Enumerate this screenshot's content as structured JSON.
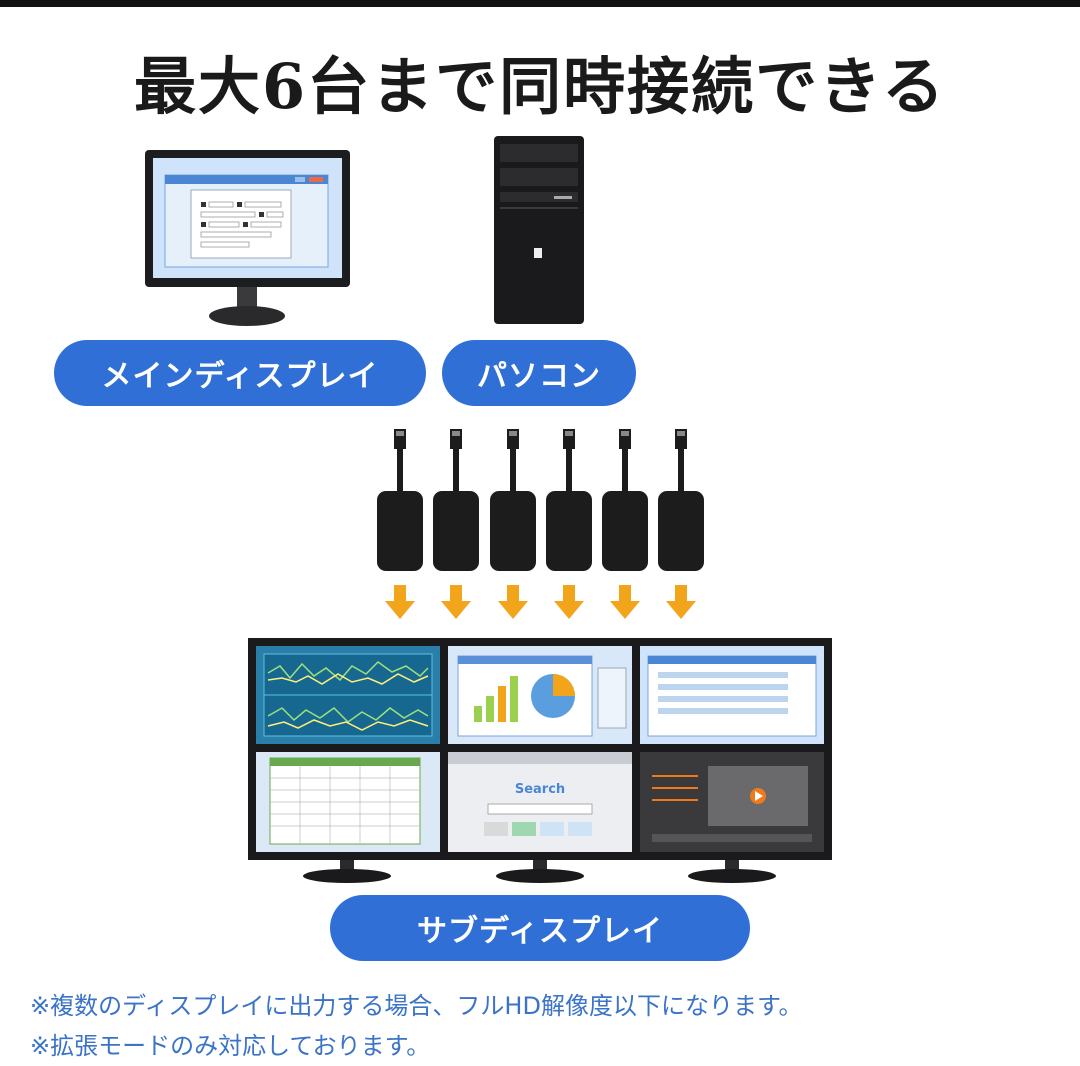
{
  "title": "最大6台まで同時接続できる",
  "labels": {
    "main_display": "メインディスプレイ",
    "pc": "パソコン",
    "sub_display": "サブディスプレイ"
  },
  "search_text": "Search",
  "notes": [
    "※複数のディスプレイに出力する場合、フルHD解像度以下になります。",
    "※拡張モードのみ対応しております。"
  ],
  "colors": {
    "accent_blue": "#2f6fd6",
    "arrow_orange": "#f2a51a",
    "note_blue": "#3a73c8"
  }
}
